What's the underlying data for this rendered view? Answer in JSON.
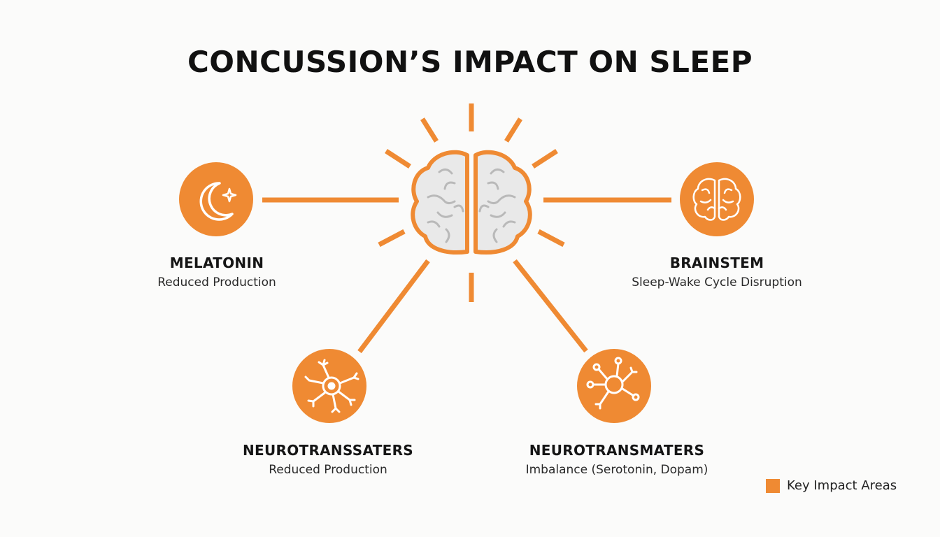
{
  "title": "CONCUSSION’S IMPACT ON SLEEP",
  "colors": {
    "accent": "#ef8a33",
    "brain_fill": "#e9e9e9",
    "brain_line": "#b9b9b9",
    "text": "#111111"
  },
  "center": {
    "icon": "brain-icon"
  },
  "nodes": [
    {
      "name": "MELATONIN",
      "desc": "Reduced Production",
      "icon": "moon-star-icon"
    },
    {
      "name": "BRAINSTEM",
      "desc": "Sleep-Wake Cycle Disruption",
      "icon": "brain-icon"
    },
    {
      "name": "NEUROTRANSSATERS",
      "desc": "Reduced Production",
      "icon": "neuron-icon"
    },
    {
      "name": "NEUROTRANSMATERS",
      "desc": "Imbalance (Serotonin, Dopam)",
      "icon": "neuron-icon"
    }
  ],
  "legend": {
    "label": "Key Impact Areas"
  }
}
